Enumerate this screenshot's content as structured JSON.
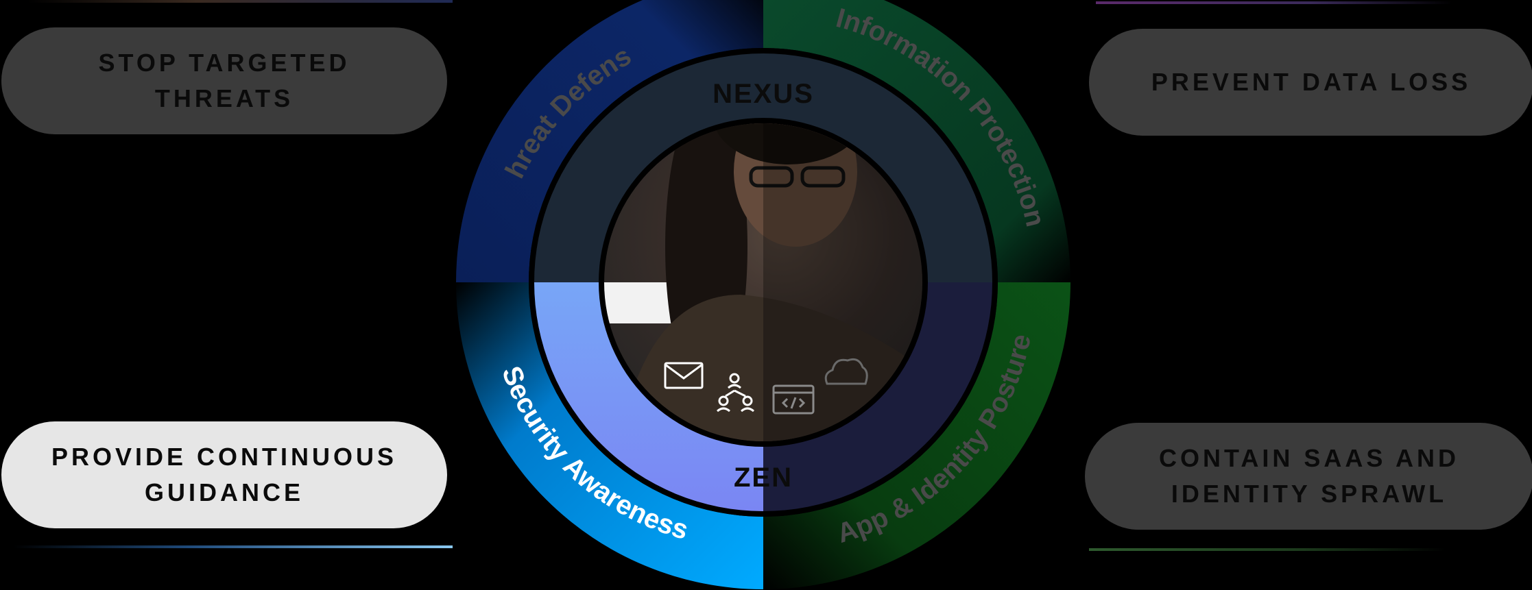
{
  "pills": {
    "top_left": "STOP TARGETED\nTHREATS",
    "bottom_left": "PROVIDE CONTINUOUS\nGUIDANCE",
    "top_right": "PREVENT DATA LOSS",
    "bottom_right": "CONTAIN SAAS AND\nIDENTITY SPRAWL"
  },
  "wheel": {
    "segments": {
      "threat_defense": "Threat Defense",
      "information_protection": "Information Protection",
      "security_awareness": "Security Awareness",
      "app_identity_posture": "App & Identity Posture"
    },
    "inner": {
      "top": "NEXUS",
      "bottom": "ZEN"
    },
    "active_segment": "security_awareness",
    "icons": [
      "envelope-icon",
      "user-network-icon",
      "code-window-icon",
      "cloud-icon"
    ]
  },
  "colors": {
    "threat_defense": "#0c2460",
    "information_protection": "#0a4a30",
    "security_awareness": "#00a7ff",
    "app_identity_posture": "#0b4a14",
    "inner_active": "#7b8ff5",
    "inner_dim": "#1c2a3a",
    "pill_active": "#e6e6e6",
    "pill_dim": "#3b3b3b"
  }
}
